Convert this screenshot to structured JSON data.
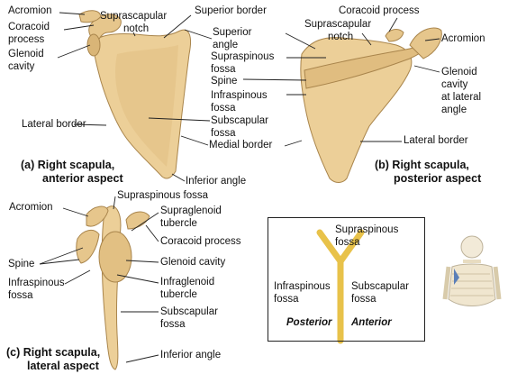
{
  "colors": {
    "bone": "#eccf98",
    "bone_shadow": "#c9a56a",
    "bone_edge": "#a9854c",
    "leader": "#222222"
  },
  "panel_a": {
    "caption_line1": "(a) Right scapula,",
    "caption_line2": "anterior aspect",
    "labels": {
      "acromion": "Acromion",
      "coracoid_line1": "Coracoid",
      "coracoid_line2": "process",
      "glenoid_line1": "Glenoid",
      "glenoid_line2": "cavity",
      "suprascapular_line1": "Suprascapular",
      "suprascapular_line2": "notch",
      "superior_border": "Superior border",
      "superior_angle_line1": "Superior",
      "superior_angle_line2": "angle",
      "lateral_border": "Lateral border",
      "subscapular_line1": "Subscapular",
      "subscapular_line2": "fossa",
      "medial_border": "Medial border",
      "inferior_angle": "Inferior angle"
    }
  },
  "panel_b": {
    "caption_line1": "(b) Right scapula,",
    "caption_line2": "posterior aspect",
    "labels": {
      "supraspinous_line1": "Supraspinous",
      "supraspinous_line2": "fossa",
      "spine": "Spine",
      "infraspinous_line1": "Infraspinous",
      "infraspinous_line2": "fossa",
      "coracoid_process": "Coracoid process",
      "suprascapular_line1": "Suprascapular",
      "suprascapular_line2": "notch",
      "acromion": "Acromion",
      "glenoid_line1": "Glenoid",
      "glenoid_line2": "cavity",
      "glenoid_line3": "at lateral",
      "glenoid_line4": "angle",
      "lateral_border": "Lateral border"
    }
  },
  "panel_c": {
    "caption_line1": "(c) Right scapula,",
    "caption_line2": "lateral aspect",
    "labels": {
      "acromion": "Acromion",
      "supraspinous_fossa": "Supraspinous fossa",
      "supraglenoid_line1": "Supraglenoid",
      "supraglenoid_line2": "tubercle",
      "coracoid_process": "Coracoid process",
      "glenoid_cavity": "Glenoid cavity",
      "spine": "Spine",
      "infraspinous_line1": "Infraspinous",
      "infraspinous_line2": "fossa",
      "infraglenoid_line1": "Infraglenoid",
      "infraglenoid_line2": "tubercle",
      "subscapular_line1": "Subscapular",
      "subscapular_line2": "fossa",
      "inferior_angle": "Inferior angle"
    }
  },
  "inset": {
    "supraspinous_line1": "Supraspinous",
    "supraspinous_line2": "fossa",
    "infraspinous_line1": "Infraspinous",
    "infraspinous_line2": "fossa",
    "subscapular_line1": "Subscapular",
    "subscapular_line2": "fossa",
    "posterior": "Posterior",
    "anterior": "Anterior"
  }
}
